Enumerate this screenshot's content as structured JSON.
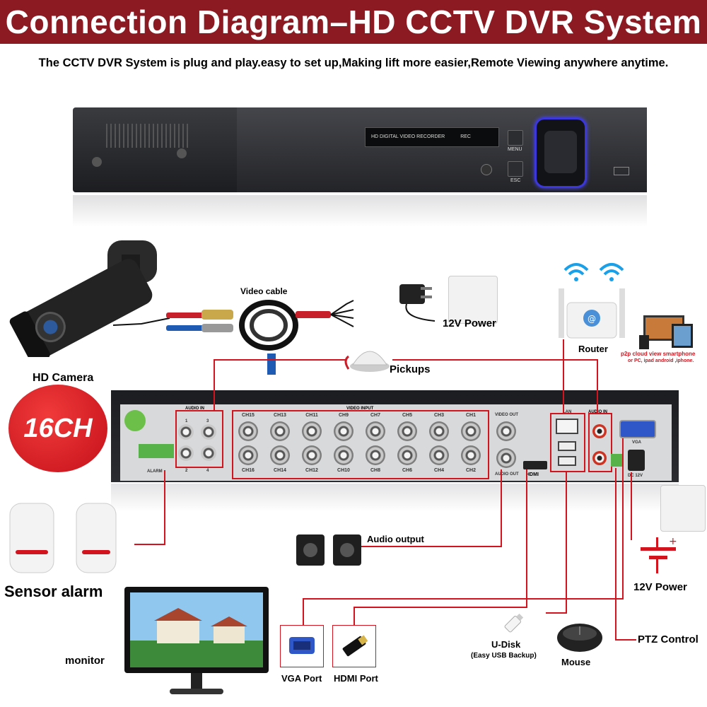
{
  "header": {
    "title": "Connection Diagram–HD CCTV DVR System",
    "subtitle": "The CCTV DVR System is plug and play.easy to set up,Making lift more easier,Remote Viewing anywhere anytime."
  },
  "dvr_front": {
    "display_text": "HD DIGITAL VIDEO RECORDER",
    "rec_text": "REC",
    "menu_label": "MENU",
    "esc_label": "ESC"
  },
  "components": {
    "video_cable": "Video cable",
    "power_top": "12V Power",
    "hd_camera": "HD Camera",
    "pickups": "Pickups",
    "router": "Router",
    "p2p": "p2p cloud  view smartphone",
    "p2p_sub": "or PC, ipad android ,iphone.",
    "badge": "16CH",
    "sensor_alarm": "Sensor alarm",
    "audio_output": "Audio output",
    "power_bottom": "12V Power",
    "monitor": "monitor",
    "vga_port": "VGA Port",
    "hdmi_port": "HDMI Port",
    "udisk": "U-Disk",
    "udisk_sub": "(Easy USB Backup)",
    "mouse": "Mouse",
    "ptz": "PTZ Control"
  },
  "back_panel": {
    "audio_in_label": "AUDIO IN",
    "video_input_label": "VIDEO INPUT",
    "video_out_label": "VIDEO OUT",
    "audio_out_label": "AUDIO OUT",
    "alarm_label": "ALARM",
    "lan_label": "LAN",
    "hdmi_label": "HDMI",
    "vga_label": "VGA",
    "dc_label": "DC 12V",
    "audio_in_channels_top": [
      "1",
      "3"
    ],
    "audio_in_channels_bottom": [
      "2",
      "4"
    ],
    "channels_top": [
      "CH15",
      "CH13",
      "CH11",
      "CH9",
      "CH7",
      "CH5",
      "CH3",
      "CH1"
    ],
    "channels_bottom": [
      "CH16",
      "CH14",
      "CH12",
      "CH10",
      "CH8",
      "CH6",
      "CH4",
      "CH2"
    ]
  },
  "colors": {
    "title_bar": "#8b1a22",
    "connector_line": "#d2141e",
    "badge": "#c4101a",
    "keypad_glow": "#3b37d8"
  }
}
